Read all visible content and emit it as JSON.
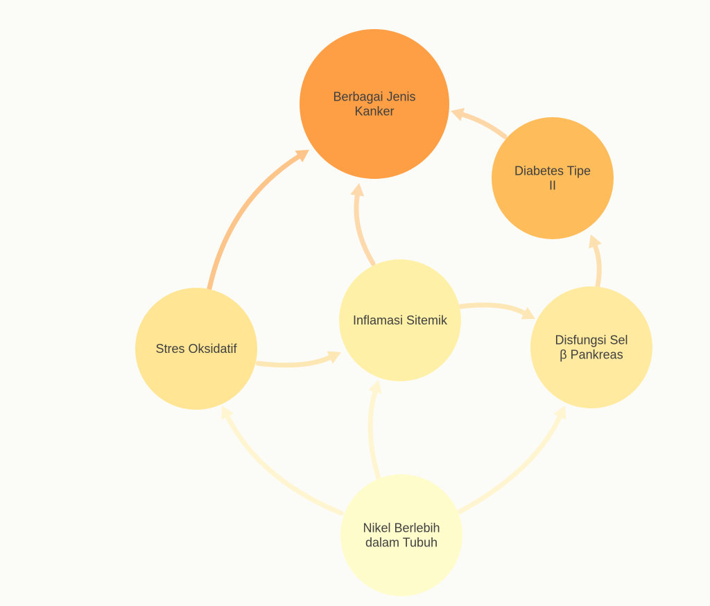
{
  "diagram": {
    "nodes": [
      {
        "id": "kanker",
        "lines": [
          "Berbagai Jenis",
          "Kanker"
        ],
        "color": "#ff9f45"
      },
      {
        "id": "diabetes",
        "lines": [
          "Diabetes Tipe",
          "II"
        ],
        "color": "#ffbc5a"
      },
      {
        "id": "stres",
        "lines": [
          "Stres Oksidatif"
        ],
        "color": "#ffe594"
      },
      {
        "id": "inflamasi",
        "lines": [
          "Inflamasi Sitemik"
        ],
        "color": "#fff0a8"
      },
      {
        "id": "disfungsi",
        "lines": [
          "Disfungsi Sel",
          "β Pankreas"
        ],
        "color": "#ffeaa0"
      },
      {
        "id": "nikel",
        "lines": [
          "Nikel Berlebih",
          "dalam Tubuh"
        ],
        "color": "#fffccc"
      }
    ],
    "edges": [
      {
        "from": "stres",
        "to": "kanker",
        "color": "#fdc58a"
      },
      {
        "from": "inflamasi",
        "to": "kanker",
        "color": "#fdd9ac"
      },
      {
        "from": "diabetes",
        "to": "kanker",
        "color": "#fdd7a8"
      },
      {
        "from": "stres",
        "to": "inflamasi",
        "color": "#fde7b4"
      },
      {
        "from": "inflamasi",
        "to": "disfungsi",
        "color": "#fde7b6"
      },
      {
        "from": "disfungsi",
        "to": "diabetes",
        "color": "#fde0b0"
      },
      {
        "from": "nikel",
        "to": "stres",
        "color": "#fff5d0"
      },
      {
        "from": "nikel",
        "to": "inflamasi",
        "color": "#fff5d0"
      },
      {
        "from": "nikel",
        "to": "disfungsi",
        "color": "#fff5d0"
      }
    ]
  }
}
